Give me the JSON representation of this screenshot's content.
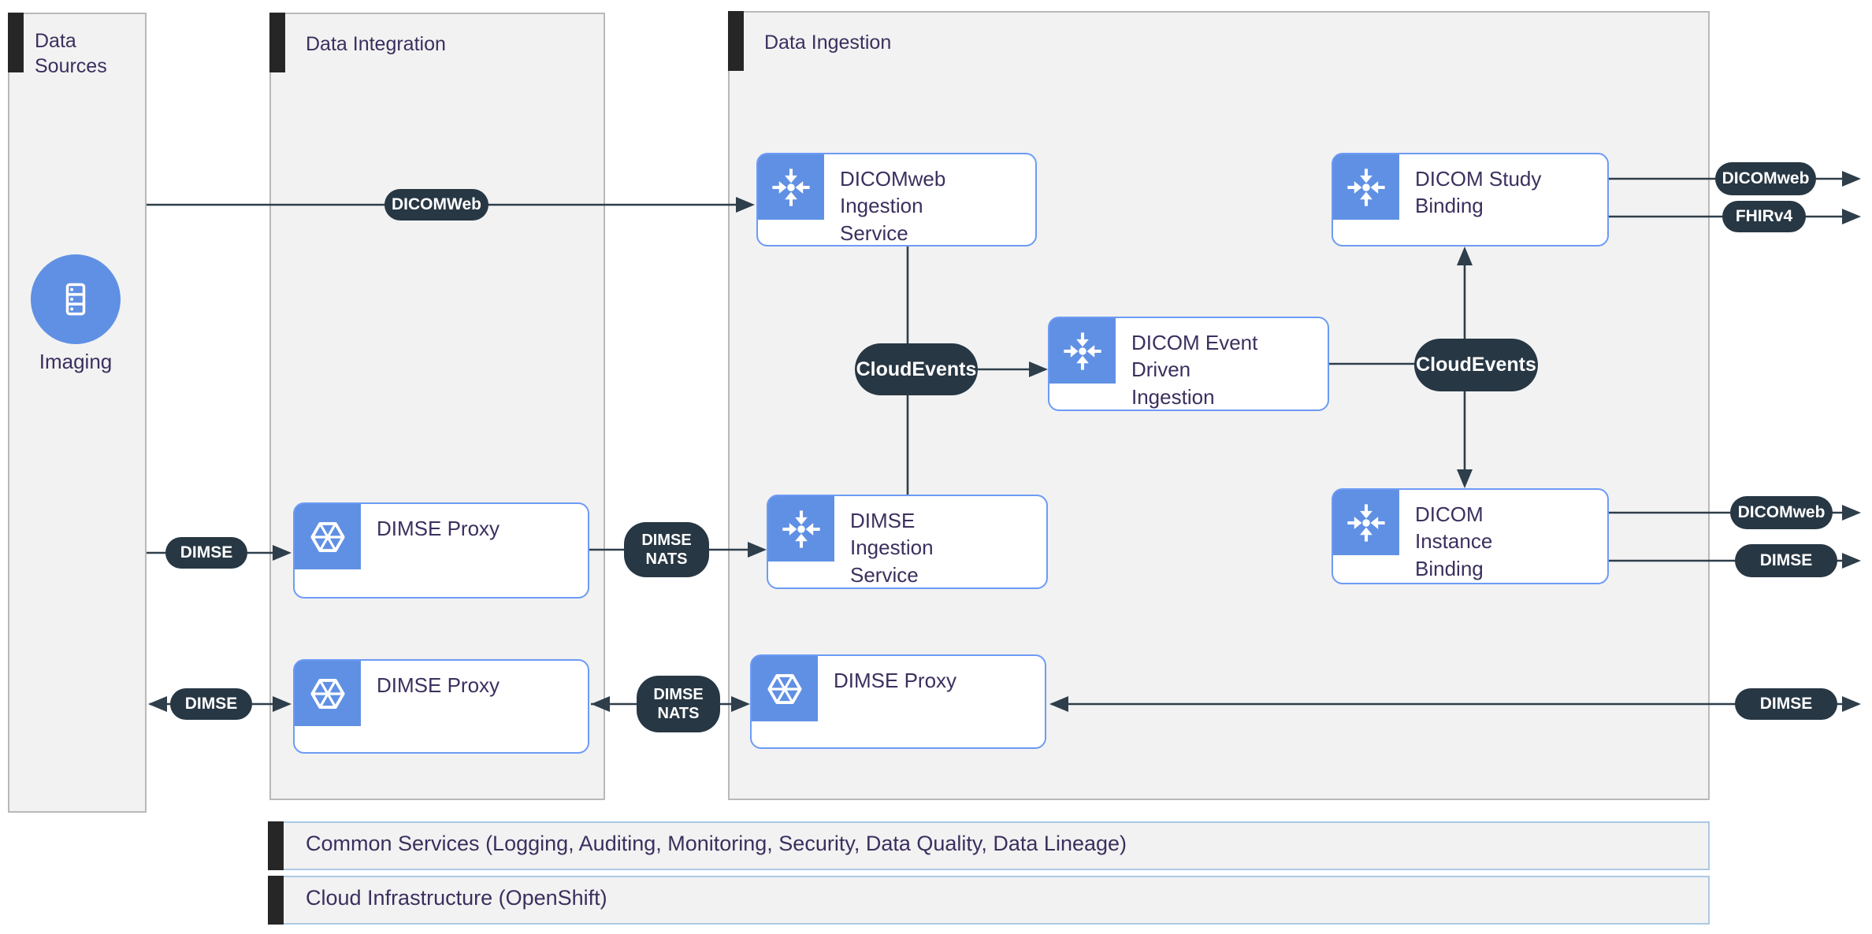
{
  "panels": {
    "data_sources": {
      "title_lines": [
        "Data",
        "Sources"
      ]
    },
    "data_integration": {
      "title": "Data Integration"
    },
    "data_ingestion": {
      "title": "Data Ingestion"
    }
  },
  "source_node": {
    "label": "Imaging",
    "icon": "server-icon"
  },
  "boxes": [
    {
      "icon": "converge-icon",
      "lines": [
        "DICOMweb",
        "Ingestion",
        "Service"
      ]
    },
    {
      "icon": "converge-icon",
      "lines": [
        "DICOM Study",
        "Binding"
      ]
    },
    {
      "icon": "converge-icon",
      "lines": [
        "DICOM Event",
        "Driven",
        "Ingestion"
      ]
    },
    {
      "icon": "converge-icon",
      "lines": [
        "DIMSE",
        "Ingestion",
        "Service"
      ]
    },
    {
      "icon": "converge-icon",
      "lines": [
        "DICOM",
        "Instance",
        "Binding"
      ]
    },
    {
      "icon": "hexagon-icon",
      "lines": [
        "DIMSE Proxy"
      ]
    },
    {
      "icon": "hexagon-icon",
      "lines": [
        "DIMSE Proxy"
      ]
    },
    {
      "icon": "hexagon-icon",
      "lines": [
        "DIMSE Proxy"
      ]
    }
  ],
  "pills": {
    "dicomweb_cap": "DICOMWeb",
    "dicomweb": "DICOMweb",
    "dimse": "DIMSE",
    "fhirv4": "FHIRv4",
    "cloudevents": "CloudEvents",
    "dimse_nats_line1": "DIMSE",
    "dimse_nats_line2": "NATS"
  },
  "bars": {
    "common_services": "Common Services (Logging, Auditing, Monitoring, Security, Data Quality, Data Lineage)",
    "cloud_infrastructure": "Cloud Infrastructure (OpenShift)"
  },
  "colors": {
    "panel_bg": "#f2f2f2",
    "panel_border": "#b9b9b9",
    "tab": "#262626",
    "title_text": "#3c2f5e",
    "box_border": "#6d9bf5",
    "tile_blue": "#6090e4",
    "pill_bg": "#273744",
    "line": "#2e3e4b",
    "bar_border": "#abc9e4"
  }
}
